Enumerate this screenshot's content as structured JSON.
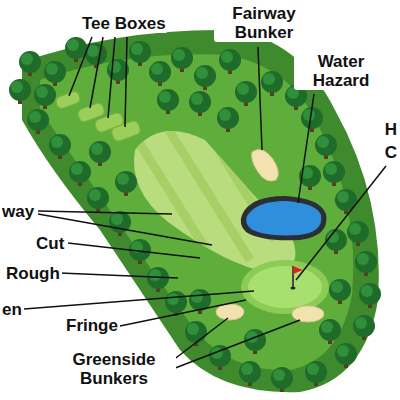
{
  "diagram": {
    "labels": [
      "Tee Boxes",
      "Fairway Bunker",
      "Water Hazard",
      "H",
      "C",
      "way",
      "Cut",
      "Rough",
      "en",
      "Fringe",
      "Greenside Bunkers"
    ]
  }
}
